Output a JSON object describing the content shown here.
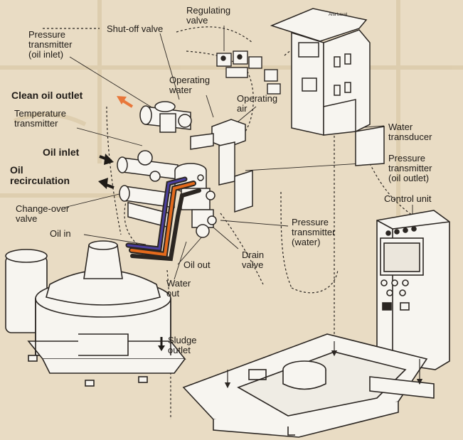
{
  "labels": {
    "regulating_valve": [
      "Regulating",
      "valve"
    ],
    "shutoff_valve": "Shut-off valve",
    "pressure_tx_oil_inlet": [
      "Pressure",
      "transmitter",
      "(oil inlet)"
    ],
    "operating_water": [
      "Operating",
      "water"
    ],
    "operating_air": [
      "Operating",
      "air"
    ],
    "clean_oil_outlet": "Clean oil outlet",
    "temperature_transmitter": [
      "Temperature",
      "transmitter"
    ],
    "oil_inlet": "Oil inlet",
    "oil_recirculation": [
      "Oil",
      "recirculation"
    ],
    "changeover_valve": [
      "Change-over",
      "valve"
    ],
    "oil_in": "Oil in",
    "oil_out": "Oil out",
    "water_out": [
      "Water",
      "out"
    ],
    "sludge_outlet": [
      "Sludge",
      "outlet"
    ],
    "drain_valve": [
      "Drain",
      "valve"
    ],
    "pressure_tx_water": [
      "Pressure",
      "transmitter",
      "(water)"
    ],
    "water_transducer": [
      "Water",
      "transducer"
    ],
    "pressure_tx_oil_outlet": [
      "Pressure",
      "transmitter",
      "(oil outlet)"
    ],
    "control_unit": "Control unit",
    "panel_brand": "Alfa Laval"
  },
  "colors": {
    "background": "#e9dcc4",
    "line": "#2b2622",
    "equipment_fill": "#f7f5f0",
    "hot_pipe": "#e46a1c",
    "cool_pipe": "#4b3fa0",
    "clean_oil_arrow": "#e8773a"
  }
}
